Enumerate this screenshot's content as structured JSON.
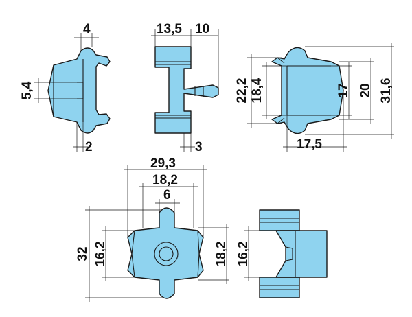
{
  "palette": {
    "part_fill": "#8fd3ef",
    "outline": "#1a1a1a",
    "background": "#ffffff"
  },
  "views": {
    "left_side": {
      "width_top": "4",
      "height_mid": "5,4",
      "width_bottom": "2"
    },
    "middle_side": {
      "width_top_a": "13,5",
      "width_top_b": "10",
      "width_bottom": "3"
    },
    "right_front": {
      "h_outer_a": "22,2",
      "h_outer_b": "18,4",
      "h_inner_a": "17",
      "h_inner_b": "20",
      "h_total": "31,6",
      "width_bottom": "17,5"
    },
    "plan": {
      "width_total": "29,3",
      "width_mid": "18,2",
      "width_hub": "6",
      "height_total": "32",
      "height_left": "16,2",
      "height_right": "18,2"
    },
    "end_view": {
      "height": "16,2"
    }
  }
}
